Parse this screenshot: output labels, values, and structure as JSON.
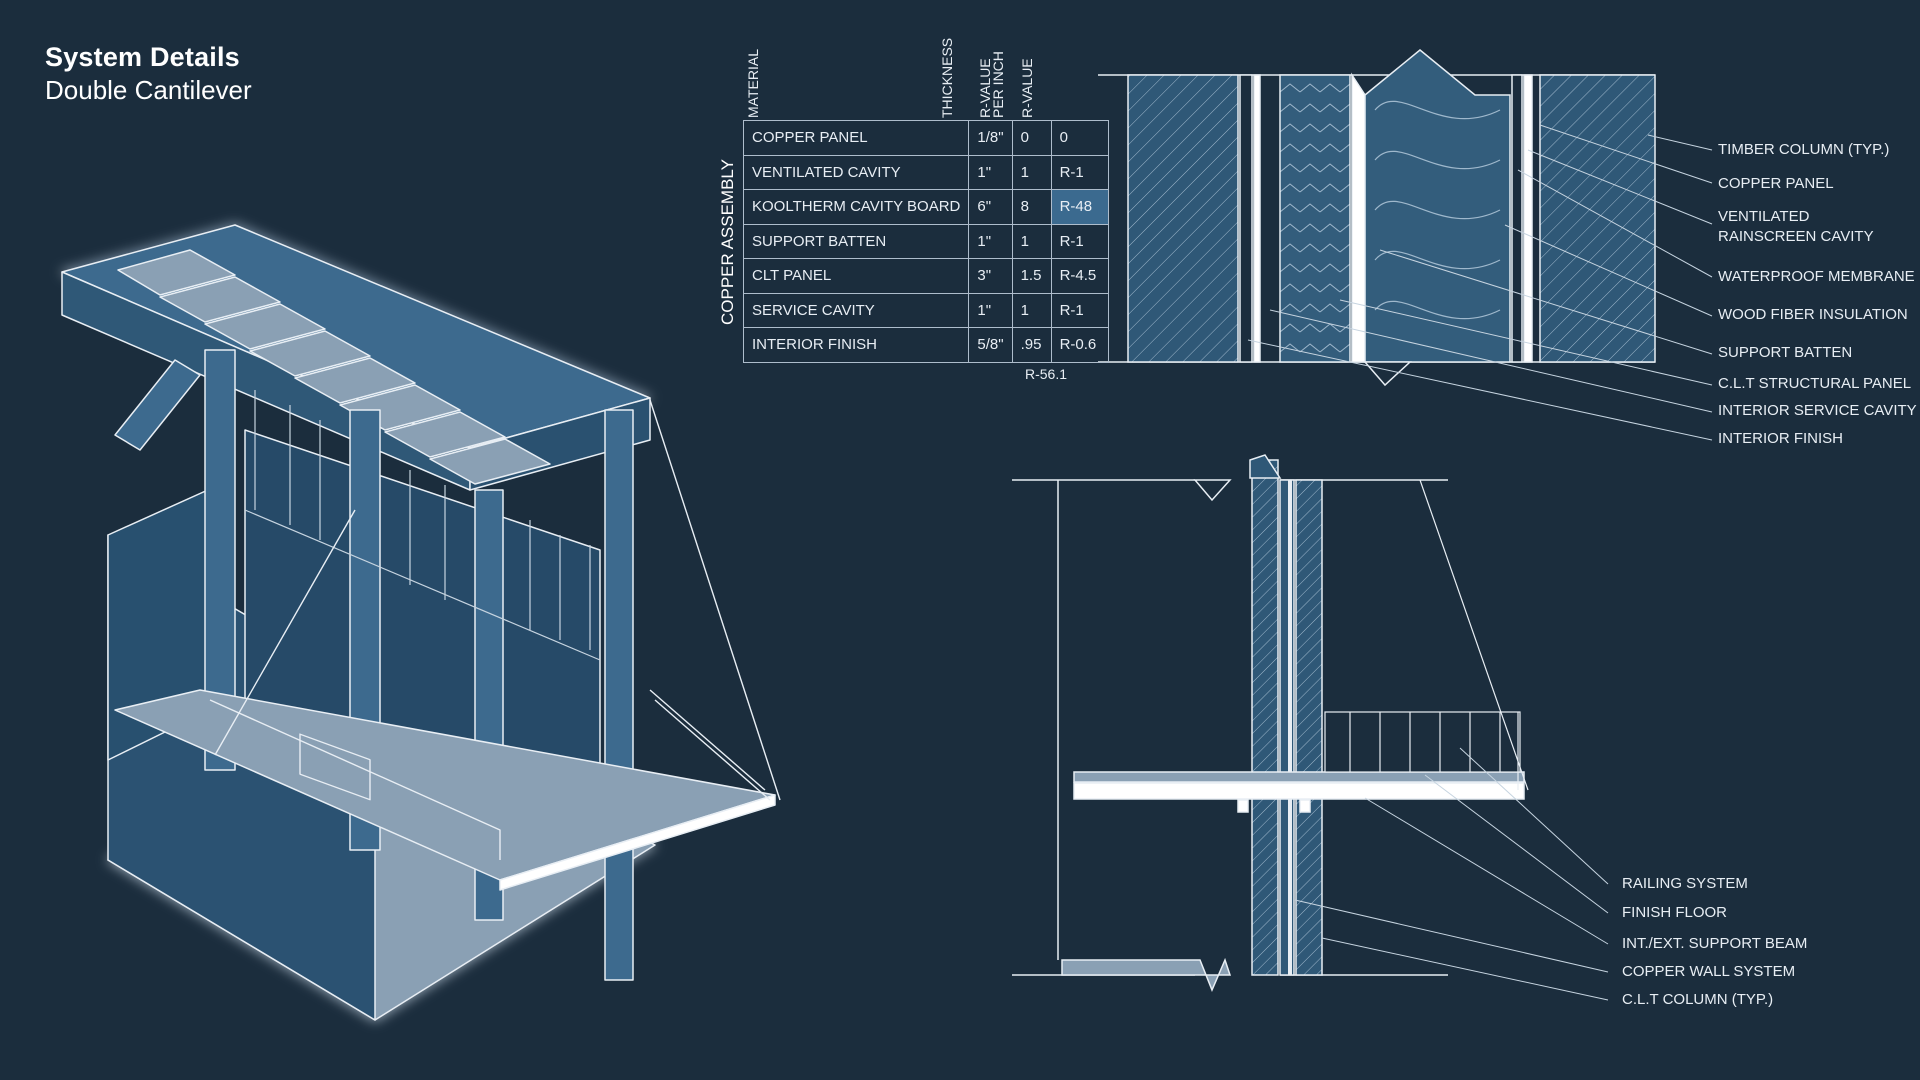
{
  "header": {
    "title": "System Details",
    "subtitle": "Double Cantilever"
  },
  "table": {
    "side_label": "COPPER ASSEMBLY",
    "columns": [
      "MATERIAL",
      "THICKNESS",
      "R-VALUE PER INCH",
      "R-VALUE"
    ],
    "rows": [
      {
        "material": "COPPER PANEL",
        "thickness": "1/8\"",
        "r_per_inch": "0",
        "r_value": "0"
      },
      {
        "material": "VENTILATED CAVITY",
        "thickness": "1\"",
        "r_per_inch": "1",
        "r_value": "R-1"
      },
      {
        "material": "KOOLTHERM CAVITY BOARD",
        "thickness": "6\"",
        "r_per_inch": "8",
        "r_value": "R-48"
      },
      {
        "material": "SUPPORT BATTEN",
        "thickness": "1\"",
        "r_per_inch": "1",
        "r_value": "R-1"
      },
      {
        "material": "CLT PANEL",
        "thickness": "3\"",
        "r_per_inch": "1.5",
        "r_value": "R-4.5"
      },
      {
        "material": "SERVICE CAVITY",
        "thickness": "1\"",
        "r_per_inch": "1",
        "r_value": "R-1"
      },
      {
        "material": "INTERIOR FINISH",
        "thickness": "5/8\"",
        "r_per_inch": ".95",
        "r_value": "R-0.6"
      }
    ],
    "total": "R-56.1",
    "highlight_color": "#3b6a8f"
  },
  "wall_section_labels": [
    "TIMBER COLUMN (TYP.)",
    "COPPER PANEL",
    "VENTILATED",
    "RAINSCREEN CAVITY",
    "WATERPROOF MEMBRANE",
    "WOOD FIBER INSULATION",
    "SUPPORT BATTEN",
    "C.L.T STRUCTURAL PANEL",
    "INTERIOR SERVICE CAVITY",
    "INTERIOR FINISH"
  ],
  "floor_section_labels": [
    "RAILING SYSTEM",
    "FINISH FLOOR",
    "INT./EXT. SUPPORT BEAM",
    "COPPER WALL SYSTEM",
    "C.L.T COLUMN (TYP.)"
  ],
  "colors": {
    "background": "#1b2d3d",
    "fill_blue": "#2f5877",
    "line": "#ffffff"
  }
}
